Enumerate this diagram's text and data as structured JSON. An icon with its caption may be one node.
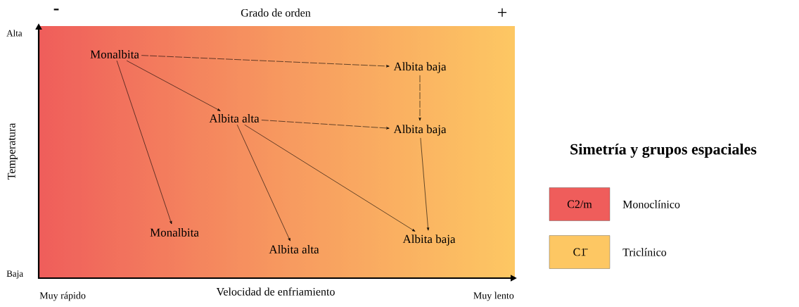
{
  "diagram": {
    "nodes": [
      {
        "text": [
          "Monalbita"
        ]
      },
      {
        "text": [
          "Albita baja"
        ]
      },
      {
        "text": [
          "Albita alta"
        ]
      },
      {
        "text": [
          "Albita baja"
        ]
      },
      {
        "text": [
          "Monalbita"
        ]
      },
      {
        "text": [
          "Albita alta"
        ]
      },
      {
        "text": [
          "Albita baja"
        ]
      }
    ],
    "edges": [
      {
        "from": 0,
        "to": 1,
        "arrow": "to",
        "style": "dashed"
      },
      {
        "from": 0,
        "to": 2,
        "arrow": "to"
      },
      {
        "from": 0,
        "to": 4,
        "arrow": "to"
      },
      {
        "from": 1,
        "to": 3,
        "arrow": "to",
        "style": "dashed"
      },
      {
        "from": 2,
        "to": 3,
        "arrow": "to",
        "style": "dashed"
      },
      {
        "from": 2,
        "to": 5,
        "arrow": "to"
      },
      {
        "from": 2,
        "to": 6,
        "arrow": "to"
      },
      {
        "from": 3,
        "to": 6,
        "arrow": "to"
      }
    ],
    "labels": [
      "-",
      "Grado de orden",
      "+",
      "Alta",
      "Temperatura",
      "Baja",
      "Muy rápido",
      "Velocidad de enfriamiento",
      "Muy lento",
      "Simetría y grupos espaciales",
      "C2/m",
      "C1̄"
    ],
    "legend": [
      {
        "text": "Monoclínico",
        "color": "#ef5d5b"
      },
      {
        "text": "Triclínico",
        "color": "#fdc763"
      }
    ]
  }
}
